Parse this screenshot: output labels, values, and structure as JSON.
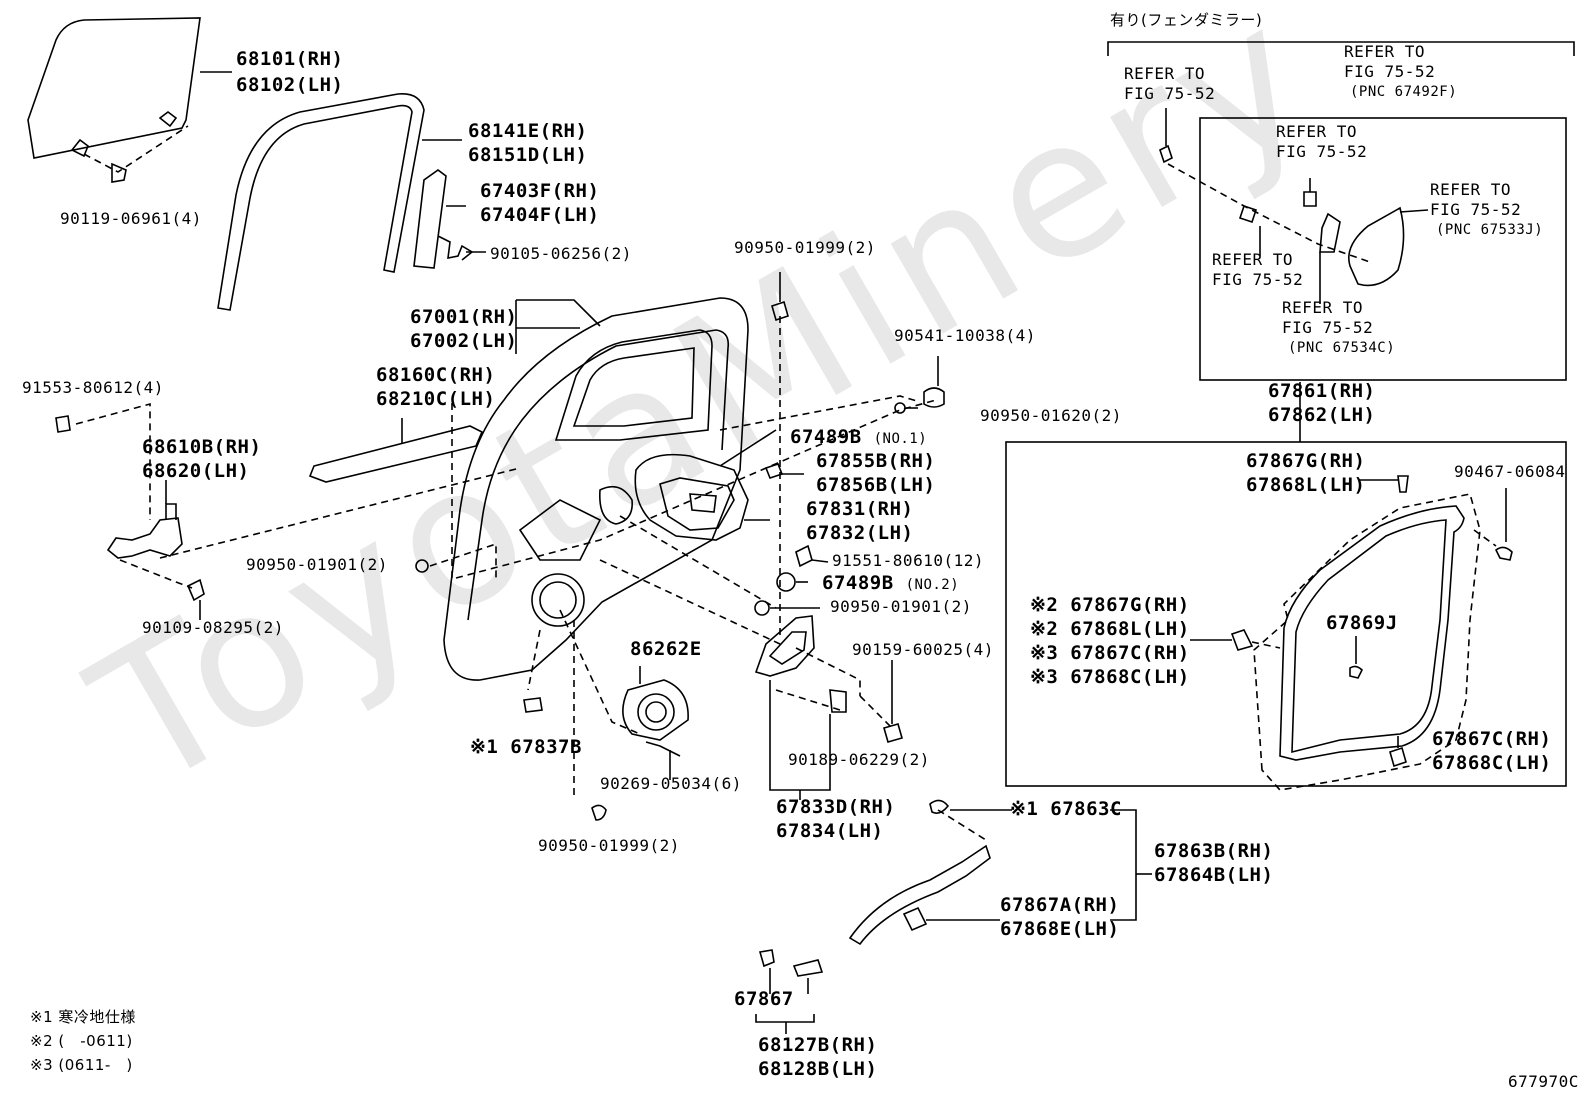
{
  "watermark": "ToyotaMinery",
  "figure_code": "677970C",
  "notes": [
    "※1 寒冷地仕様",
    "※2 (　-0611)",
    "※3 (0611-　)"
  ],
  "header_note": "有り(フェンダミラー)",
  "labels": {
    "p68101": "68101(RH)",
    "p68102": "68102(LH)",
    "p90119": "90119-06961(4)",
    "p68141E": "68141E(RH)",
    "p68151D": "68151D(LH)",
    "p67403F": "67403F(RH)",
    "p67404F": "67404F(LH)",
    "p90105": "90105-06256(2)",
    "p90950a": "90950-01999(2)",
    "p67001": "67001(RH)",
    "p67002": "67002(LH)",
    "p90541": "90541-10038(4)",
    "p68160C": "68160C(RH)",
    "p68210C": "68210C(LH)",
    "p91553": "91553-80612(4)",
    "p90950b": "90950-01620(2)",
    "p67489B1": "67489B",
    "p67489B1n": "(NO.1)",
    "p68610B": "68610B(RH)",
    "p68620": "68620(LH)",
    "p67855B": "67855B(RH)",
    "p67856B": "67856B(LH)",
    "p67831": "67831(RH)",
    "p67832": "67832(LH)",
    "p91551": "91551-80610(12)",
    "p90950c": "90950-01901(2)",
    "p67489B2": "67489B",
    "p67489B2n": "(NO.2)",
    "p90950d": "90950-01901(2)",
    "p90109": "90109-08295(2)",
    "p86262E": "86262E",
    "p90159": "90159-60025(4)",
    "p67837B": "※1 67837B",
    "p90189": "90189-06229(2)",
    "p90269": "90269-05034(6)",
    "p67833D": "67833D(RH)",
    "p67834": "67834(LH)",
    "p90950e": "90950-01999(2)",
    "p67863C": "※1 67863C",
    "p67863B": "67863B(RH)",
    "p67864B": "67864B(LH)",
    "p67867A": "67867A(RH)",
    "p67868E": "67868E(LH)",
    "p67867": "67867",
    "p68127B": "68127B(RH)",
    "p68128B": "68128B(LH)",
    "ref1a": "REFER TO",
    "ref1b": "FIG 75-52",
    "ref2a": "REFER TO",
    "ref2b": "FIG 75-52",
    "ref2c": "(PNC 67492F)",
    "ref3a": "REFER TO",
    "ref3b": "FIG 75-52",
    "ref4a": "REFER TO",
    "ref4b": "FIG 75-52",
    "ref4c": "(PNC 67533J)",
    "ref5a": "REFER TO",
    "ref5b": "FIG 75-52",
    "ref6a": "REFER TO",
    "ref6b": "FIG 75-52",
    "ref6c": "(PNC 67534C)",
    "p67861": "67861(RH)",
    "p67862": "67862(LH)",
    "p67867G": "67867G(RH)",
    "p67868L": "67868L(LH)",
    "p90467": "90467-06084",
    "p67869J": "67869J",
    "s2a": "※2 67867G(RH)",
    "s2b": "※2 67868L(LH)",
    "s3a": "※3 67867C(RH)",
    "s3b": "※3 67868C(LH)",
    "p67867C": "67867C(RH)",
    "p67868C": "67868C(LH)"
  }
}
